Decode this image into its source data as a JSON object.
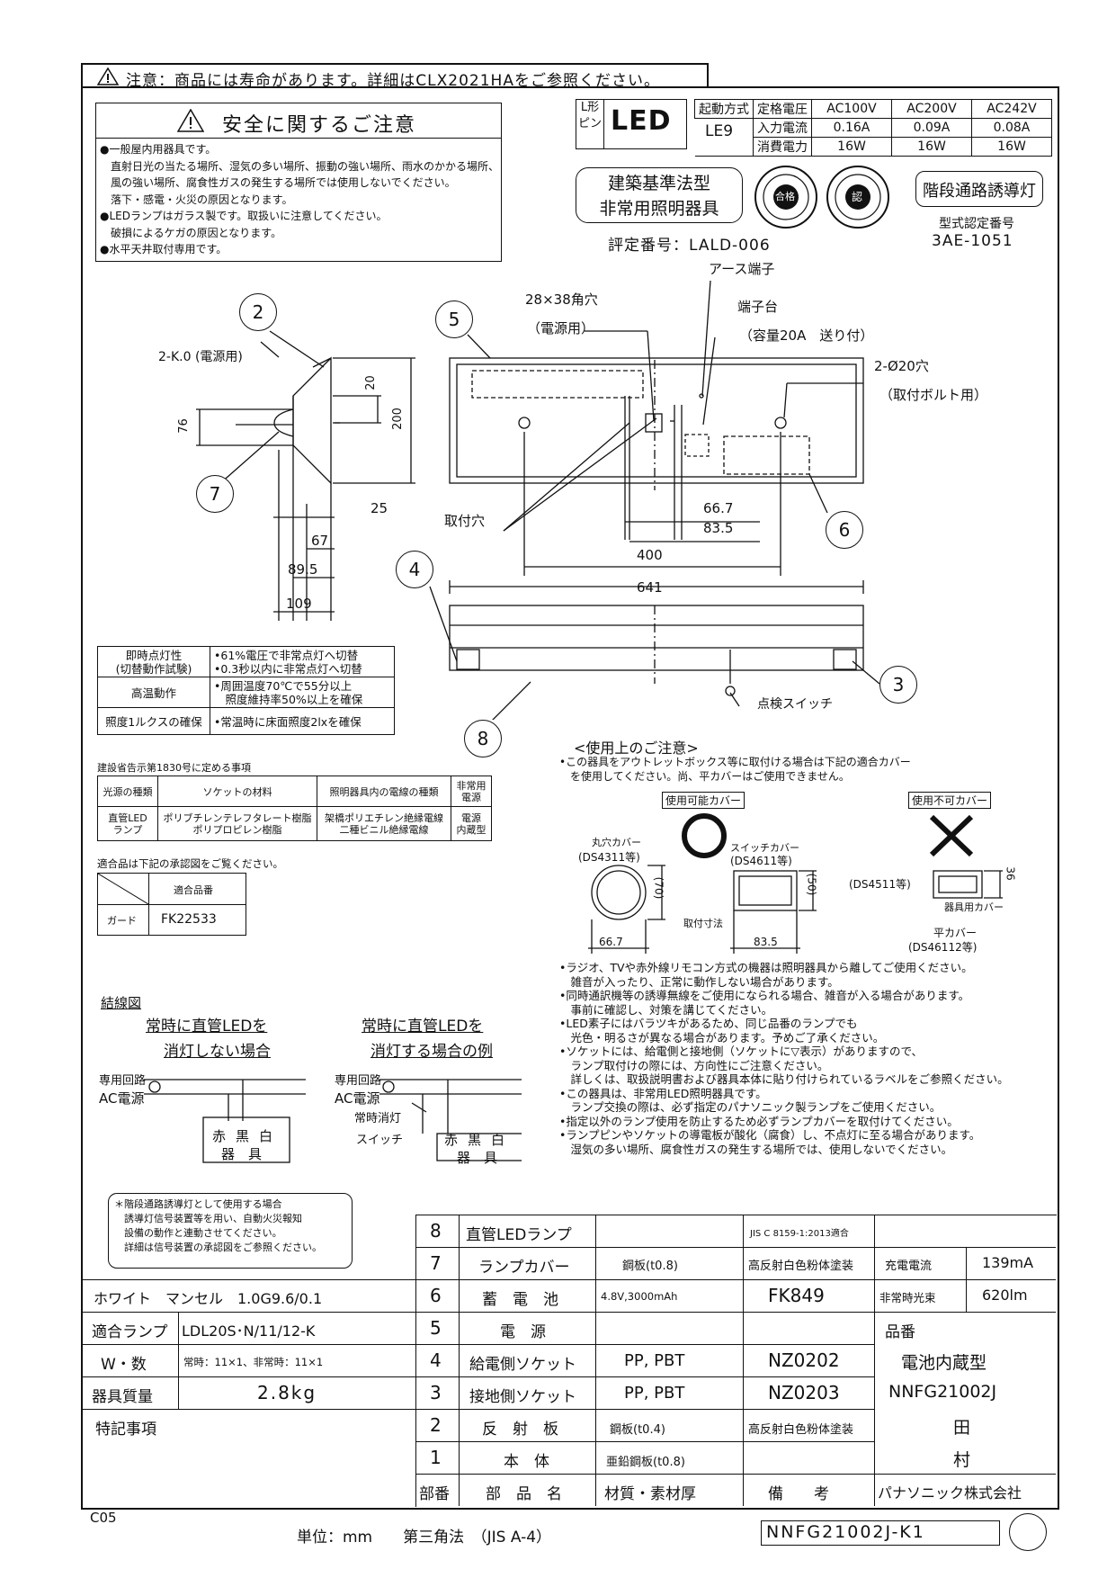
{
  "header": {
    "warning_icon": "warning-triangle-icon",
    "notice": "注意：商品には寿命があります。詳細はCLX2021HAをご参照ください。"
  },
  "safety": {
    "title": "安全に関するご注意",
    "lines": [
      "●一般屋内用器具です。",
      "　直射日光の当たる場所、湿気の多い場所、振動の強い場所、雨水のかかる場所、",
      "　風の強い場所、腐食性ガスの発生する場所では使用しないでください。",
      "　落下・感電・火災の原因となります。",
      "●LEDランプはガラス製です。取扱いに注意してください。",
      "　破損によるケガの原因となります。",
      "●水平天井取付専用です。"
    ]
  },
  "lamp_badge": {
    "l_type": "L形",
    "pin": "ピン",
    "led": "LED",
    "le": "LE9"
  },
  "spec_table": {
    "headers": [
      "起動方式",
      "定格電圧",
      "AC100V",
      "AC200V",
      "AC242V"
    ],
    "row1": [
      "入力電流",
      "0.16A",
      "0.09A",
      "0.08A"
    ],
    "row2": [
      "消費電力",
      "16W",
      "16W",
      "16W"
    ]
  },
  "certs": {
    "kenchiku": "建築基準法型",
    "hijou": "非常用照明器具",
    "hyoutei": "評定番号：LALD-006",
    "kaidan": "階段通路誘導灯",
    "kata_label": "型式認定番号",
    "kata_no": "3AE-1051",
    "seal1_text": "合格",
    "seal2_text": "認"
  },
  "drawing": {
    "dim_2k": "2-K.0 (電源用)",
    "dim_76": "76",
    "dim_20": "20",
    "dim_200": "200",
    "dim_25": "25",
    "dim_67": "67",
    "dim_89_5": "89.5",
    "dim_109": "109",
    "hole_28x38": "28×38角穴",
    "hole_dengen": "（電源用）",
    "earth": "アース端子",
    "tanshi": "端子台",
    "youryou": "（容量20A　送り付）",
    "hole_20": "2-Ø20穴",
    "toritsuke_bolt": "（取付ボルト用）",
    "toritsuke_ana": "取付穴",
    "dim_66_7": "66.7",
    "dim_83_5": "83.5",
    "dim_400": "400",
    "dim_641": "641",
    "tenken": "点検スイッチ",
    "callouts": [
      "2",
      "5",
      "7",
      "4",
      "6",
      "3",
      "8"
    ]
  },
  "func_table": {
    "rows": [
      [
        "即時点灯性\n(切替動作試験)",
        "•61%電圧で非常点灯へ切替\n•0.3秒以内に非常点灯へ切替"
      ],
      [
        "高温動作",
        "•周囲温度70℃で55分以上\n　照度維持率50%以上を確保"
      ],
      [
        "照度1ルクスの確保",
        "•常温時に床面照度2lxを確保"
      ]
    ]
  },
  "kokuji": {
    "title": "建設省告示第1830号に定める事項",
    "headers": [
      "光源の種類",
      "ソケットの材料",
      "照明器具内の電線の種類",
      "非常用\n電源"
    ],
    "row": [
      "直管LED\nランプ",
      "ポリブチレンテレフタレート樹脂\nポリプロピレン樹脂",
      "架橋ポリエチレン絶縁電線\n二種ビニル絶縁電線",
      "電源\n内蔵型"
    ]
  },
  "tekigou": {
    "title": "適合品は下記の承認図をご覧ください。",
    "header": "適合品番",
    "row_label": "ガード",
    "row_value": "FK22533"
  },
  "usage": {
    "title": "<使用上のご注意>",
    "intro1": "•この器具をアウトレットボックス等に取付ける場合は下記の適合カバー",
    "intro2": "　を使用してください。尚、平カバーはご使用できません。",
    "ok_label": "使用可能カバー",
    "ng_label": "使用不可カバー",
    "maru": "丸穴カバー",
    "maru_code": "(DS4311等)",
    "switch": "スイッチカバー",
    "switch_code": "(DS4611等)",
    "ng_code": "(DS4511等)",
    "kigu_cover": "器具用カバー",
    "hira": "平カバー",
    "hira_code": "(DS46112等)",
    "dim_70": "(70)",
    "dim_50": "(50)",
    "dim_36": "36",
    "toritsuke_sunpou": "取付寸法",
    "dim_66_7": "66.7",
    "dim_83_5": "83.5",
    "notes": [
      "•ラジオ、TVや赤外線リモコン方式の機器は照明器具から離してご使用ください。",
      "　雑音が入ったり、正常に動作しない場合があります。",
      "•同時通訳機等の誘導無線をご使用になられる場合、雑音が入る場合があります。",
      "　事前に確認し、対策を講じてください。",
      "•LED素子にはバラツキがあるため、同じ品番のランプでも",
      "　光色・明るさが異なる場合があります。予めご了承ください。",
      "•ソケットには、給電側と接地側（ソケットに▽表示）がありますので、",
      "　ランプ取付けの際には、方向性にご注意ください。",
      "　詳しくは、取扱説明書および器具本体に貼り付けられているラベルをご参照ください。",
      "•この器具は、非常用LED照明器具です。",
      "　ランプ交換の際は、必ず指定のパナソニック製ランプをご使用ください。",
      "•指定以外のランプ使用を防止するため必ずランプカバーを取付けてください。",
      "•ランプピンやソケットの導電板が酸化（腐食）し、不点灯に至る場合があります。",
      "　湿気の多い場所、腐食性ガスの発生する場所では、使用しないでください。"
    ]
  },
  "wiring": {
    "title": "結線図",
    "a1": "常時に直管LEDを",
    "a2": "消灯しない場合",
    "b1": "常時に直管LEDを",
    "b2": "消灯する場合の例",
    "senyou": "専用回路",
    "ac": "AC電源",
    "jouji": "常時消灯",
    "switch": "スイッチ",
    "aka": "赤",
    "kuro": "黒",
    "shiro": "白",
    "kigu": "器　具",
    "note": [
      "＊階段通路誘導灯として使用する場合",
      "　誘導灯信号装置等を用い、自動火災報知",
      "　設備の動作と連動させてください。",
      "　詳細は信号装置の承認図をご参照ください。"
    ]
  },
  "parts": {
    "rows": [
      {
        "no": "8",
        "name": "直管LEDランプ",
        "mat": "",
        "note": "JIS C 8159-1:2013適合",
        "k1": "",
        "k2": ""
      },
      {
        "no": "7",
        "name": "ランプカバー",
        "mat": "鋼板(t0.8)",
        "note": "高反射白色粉体塗装",
        "k1": "充電電流",
        "k2": "139mA"
      },
      {
        "no": "6",
        "name": "蓄　電　池",
        "mat": "4.8V,3000mAh",
        "note": "FK849",
        "k1": "非常時光束",
        "k2": "620lm"
      },
      {
        "no": "5",
        "name": "電　源",
        "mat": "",
        "note": "",
        "k1": "品番",
        "k2": ""
      },
      {
        "no": "4",
        "name": "給電側ソケット",
        "mat": "PP, PBT",
        "note": "NZ0202",
        "k1": "電池内蔵型",
        "k2": ""
      },
      {
        "no": "3",
        "name": "接地側ソケット",
        "mat": "PP, PBT",
        "note": "NZ0203",
        "k1": "NNFG21002J",
        "k2": ""
      },
      {
        "no": "2",
        "name": "反　射　板",
        "mat": "鋼板(t0.4)",
        "note": "高反射白色粉体塗装",
        "k1": "田",
        "k2": ""
      },
      {
        "no": "1",
        "name": "本　体",
        "mat": "亜鉛鋼板(t0.8)",
        "note": "",
        "k1": "村",
        "k2": ""
      }
    ],
    "footer": [
      "部番",
      "部　品　名",
      "材質・素材厚",
      "備　　考",
      "パナソニック株式会社"
    ]
  },
  "left_info": {
    "color": "ホワイト　マンセル　1.0G9.6/0.1",
    "lamp_label": "適合ランプ",
    "lamp_value": "LDL20S･N/11/12-K",
    "w_label": "W・数",
    "w_value": "常時：11×1、非常時：11×1",
    "mass_label": "器具質量",
    "mass_value": "2.8kg",
    "tokki": "特記事項"
  },
  "footer": {
    "code": "C05",
    "unit": "単位：mm　　第三角法　（JIS A-4）",
    "drawing_no": "NNFG21002J-K1"
  }
}
